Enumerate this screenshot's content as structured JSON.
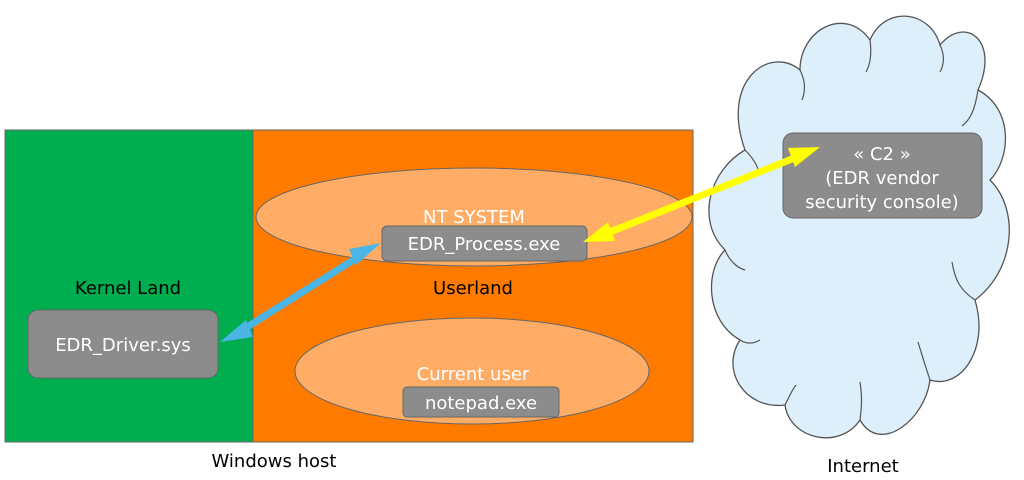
{
  "colors": {
    "kernel_bg": "#00ad4f",
    "userland_bg": "#ff7b00",
    "ellipse_fill": "#ffad66",
    "box_fill": "#8c8c8c",
    "cloud_fill": "#ddeffa",
    "arrow_blue": "#4bb5e6",
    "arrow_yellow": "#ffff00",
    "outline": "#666666"
  },
  "windows_host": {
    "label": "Windows host",
    "kernel": {
      "label": "Kernel Land",
      "driver": "EDR_Driver.sys"
    },
    "userland": {
      "label": "Userland",
      "nt_system": {
        "label": "NT SYSTEM",
        "process": "EDR_Process.exe"
      },
      "current_user": {
        "label": "Current user",
        "process": "notepad.exe"
      }
    }
  },
  "internet": {
    "label": "Internet",
    "c2": {
      "line1": "« C2 »",
      "line2": "(EDR vendor",
      "line3": "security console)"
    }
  },
  "connections": [
    {
      "from": "EDR_Driver.sys",
      "to": "EDR_Process.exe",
      "style": "bidirectional",
      "color": "blue"
    },
    {
      "from": "EDR_Process.exe",
      "to": "« C2 »",
      "style": "bidirectional",
      "color": "yellow"
    }
  ]
}
